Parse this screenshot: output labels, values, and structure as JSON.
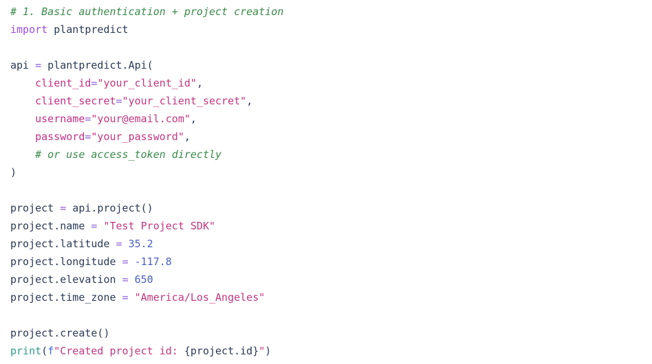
{
  "editor": {
    "language": "python",
    "background_color": "#ffffff",
    "theme_colors": {
      "comment": "#3a8a4a",
      "keyword": "#9b4ddb",
      "operator": "#8b5cd6",
      "string": "#c2367f",
      "param": "#c42f84",
      "number": "#4b5fc0",
      "builtin": "#2e9e8f",
      "prefix": "#3f6fd8",
      "identifier": "#2b3a55"
    }
  },
  "code": {
    "lines": [
      {
        "id": "line-1",
        "tokens": [
          {
            "text": "# 1. Basic authentication + project creation",
            "type": "comment"
          }
        ]
      },
      {
        "id": "line-2",
        "tokens": [
          {
            "text": "import",
            "type": "keyword"
          },
          {
            "text": " ",
            "type": "plain"
          },
          {
            "text": "plantpredict",
            "type": "name"
          }
        ]
      },
      {
        "id": "line-3",
        "tokens": []
      },
      {
        "id": "line-4",
        "tokens": [
          {
            "text": "api ",
            "type": "name"
          },
          {
            "text": "=",
            "type": "operator"
          },
          {
            "text": " plantpredict.Api(",
            "type": "name"
          }
        ]
      },
      {
        "id": "line-5",
        "tokens": [
          {
            "text": "    ",
            "type": "plain"
          },
          {
            "text": "client_id",
            "type": "param"
          },
          {
            "text": "=",
            "type": "operator"
          },
          {
            "text": "\"your_client_id\"",
            "type": "string"
          },
          {
            "text": ",",
            "type": "punct"
          }
        ]
      },
      {
        "id": "line-6",
        "tokens": [
          {
            "text": "    ",
            "type": "plain"
          },
          {
            "text": "client_secret",
            "type": "param"
          },
          {
            "text": "=",
            "type": "operator"
          },
          {
            "text": "\"your_client_secret\"",
            "type": "string"
          },
          {
            "text": ",",
            "type": "punct"
          }
        ]
      },
      {
        "id": "line-7",
        "tokens": [
          {
            "text": "    ",
            "type": "plain"
          },
          {
            "text": "username",
            "type": "param"
          },
          {
            "text": "=",
            "type": "operator"
          },
          {
            "text": "\"your@email.com\"",
            "type": "string"
          },
          {
            "text": ",",
            "type": "punct"
          }
        ]
      },
      {
        "id": "line-8",
        "tokens": [
          {
            "text": "    ",
            "type": "plain"
          },
          {
            "text": "password",
            "type": "param"
          },
          {
            "text": "=",
            "type": "operator"
          },
          {
            "text": "\"your_password\"",
            "type": "string"
          },
          {
            "text": ",",
            "type": "punct"
          }
        ]
      },
      {
        "id": "line-9",
        "tokens": [
          {
            "text": "    ",
            "type": "plain"
          },
          {
            "text": "# or use access_token directly",
            "type": "comment"
          }
        ]
      },
      {
        "id": "line-10",
        "tokens": [
          {
            "text": ")",
            "type": "punct"
          }
        ]
      },
      {
        "id": "line-11",
        "tokens": []
      },
      {
        "id": "line-12",
        "tokens": [
          {
            "text": "project ",
            "type": "name"
          },
          {
            "text": "=",
            "type": "operator"
          },
          {
            "text": " api.project()",
            "type": "name"
          }
        ]
      },
      {
        "id": "line-13",
        "tokens": [
          {
            "text": "project.name ",
            "type": "name"
          },
          {
            "text": "=",
            "type": "operator"
          },
          {
            "text": " ",
            "type": "plain"
          },
          {
            "text": "\"Test Project SDK\"",
            "type": "string"
          }
        ]
      },
      {
        "id": "line-14",
        "tokens": [
          {
            "text": "project.latitude ",
            "type": "name"
          },
          {
            "text": "=",
            "type": "operator"
          },
          {
            "text": " ",
            "type": "plain"
          },
          {
            "text": "35.2",
            "type": "number"
          }
        ]
      },
      {
        "id": "line-15",
        "tokens": [
          {
            "text": "project.longitude ",
            "type": "name"
          },
          {
            "text": "=",
            "type": "operator"
          },
          {
            "text": " ",
            "type": "plain"
          },
          {
            "text": "-117.8",
            "type": "number"
          }
        ]
      },
      {
        "id": "line-16",
        "tokens": [
          {
            "text": "project.elevation ",
            "type": "name"
          },
          {
            "text": "=",
            "type": "operator"
          },
          {
            "text": " ",
            "type": "plain"
          },
          {
            "text": "650",
            "type": "number"
          }
        ]
      },
      {
        "id": "line-17",
        "tokens": [
          {
            "text": "project.time_zone ",
            "type": "name"
          },
          {
            "text": "=",
            "type": "operator"
          },
          {
            "text": " ",
            "type": "plain"
          },
          {
            "text": "\"America/Los_Angeles\"",
            "type": "string"
          }
        ]
      },
      {
        "id": "line-18",
        "tokens": []
      },
      {
        "id": "line-19",
        "tokens": [
          {
            "text": "project.create()",
            "type": "name"
          }
        ]
      },
      {
        "id": "line-20",
        "tokens": [
          {
            "text": "print",
            "type": "builtin"
          },
          {
            "text": "(",
            "type": "punct"
          },
          {
            "text": "f",
            "type": "prefix"
          },
          {
            "text": "\"Created project id: ",
            "type": "string"
          },
          {
            "text": "{project.id}",
            "type": "name"
          },
          {
            "text": "\"",
            "type": "string"
          },
          {
            "text": ")",
            "type": "punct"
          }
        ]
      }
    ]
  }
}
